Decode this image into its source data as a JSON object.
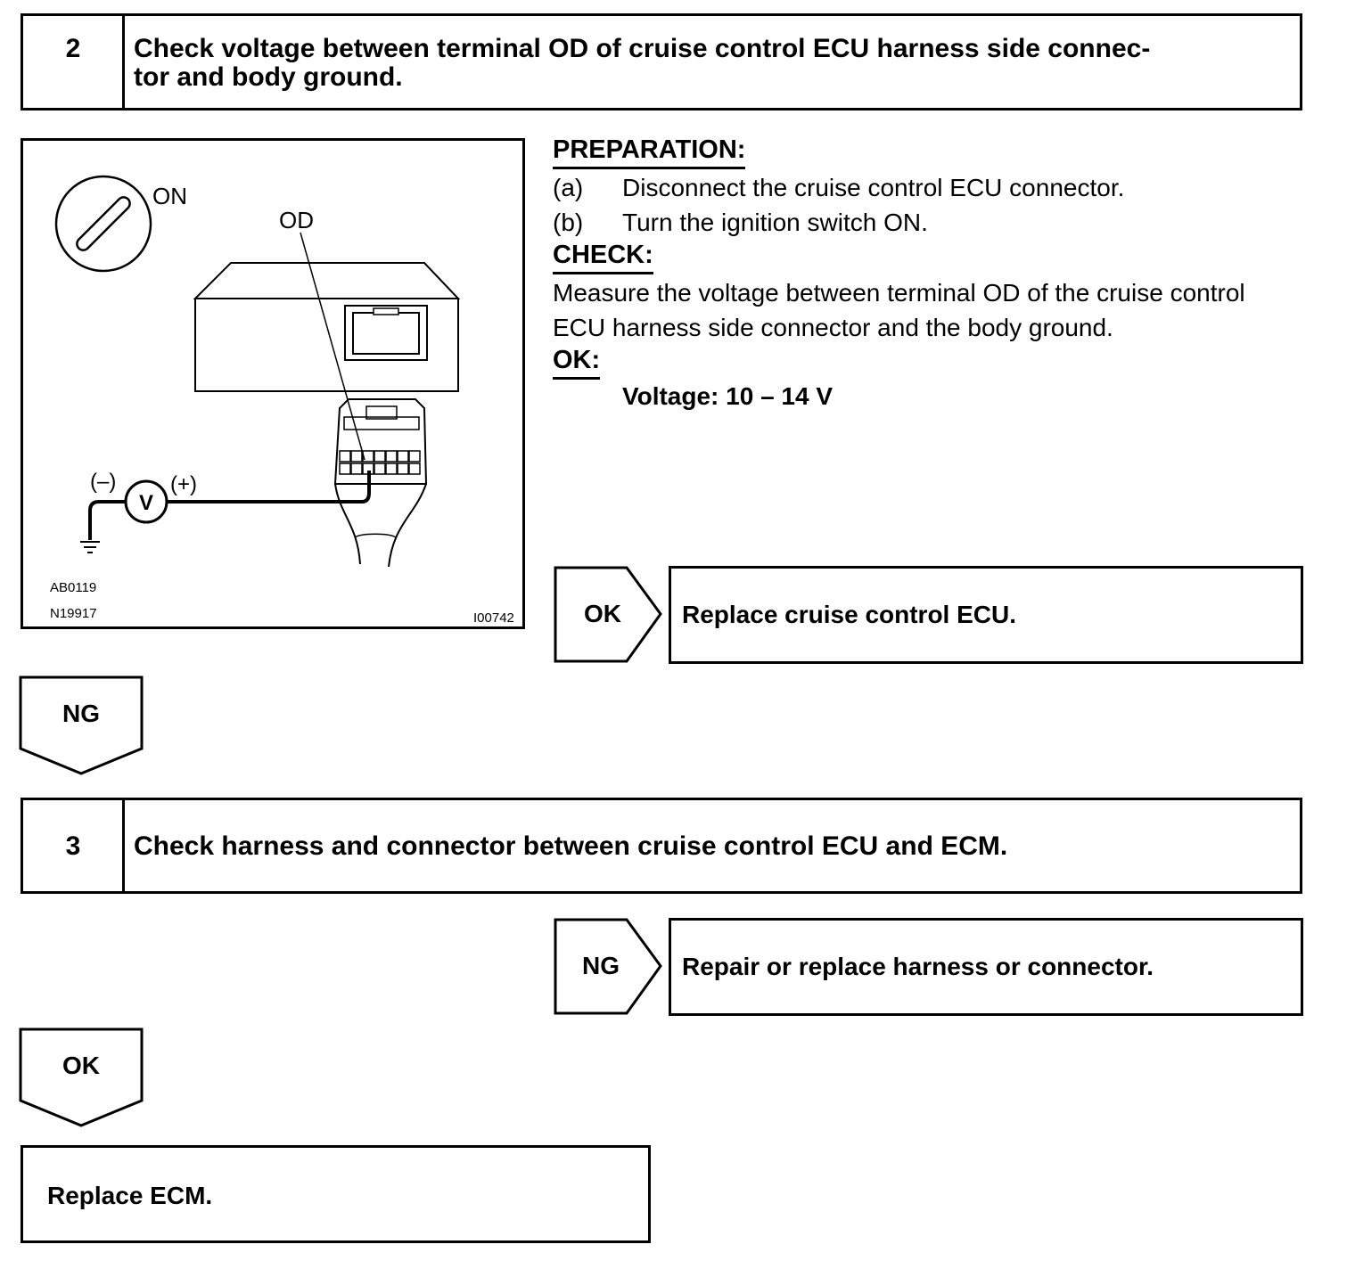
{
  "step2": {
    "number": "2",
    "title_line1": "Check voltage between terminal OD of cruise control ECU harness side connec-",
    "title_line2": "tor and body ground."
  },
  "figure": {
    "ignition_label": "ON",
    "terminal_label": "OD",
    "neg_label": "(–)",
    "pos_label": "(+)",
    "meter_label": "V",
    "code1": "AB0119",
    "code2": "N19917",
    "code3": "I00742"
  },
  "instructions": {
    "preparation_heading": "PREPARATION:",
    "prep_a_marker": "(a)",
    "prep_a_text": "Disconnect the cruise control ECU connector.",
    "prep_b_marker": "(b)",
    "prep_b_text": "Turn the ignition switch ON.",
    "check_heading": "CHECK:",
    "check_line1": "Measure the voltage between terminal OD of the cruise control",
    "check_line2": "ECU harness side connector and the body ground.",
    "ok_heading": "OK:",
    "ok_value": "Voltage: 10 – 14 V"
  },
  "result_ok_step2": {
    "label": "OK",
    "text": "Replace cruise control ECU."
  },
  "branch_ng_step2": {
    "label": "NG"
  },
  "step3": {
    "number": "3",
    "title": "Check harness and connector between cruise control ECU and ECM."
  },
  "result_ng_step3": {
    "label": "NG",
    "text": "Repair or replace harness or connector."
  },
  "branch_ok_step3": {
    "label": "OK"
  },
  "final": {
    "text": "Replace ECM."
  }
}
